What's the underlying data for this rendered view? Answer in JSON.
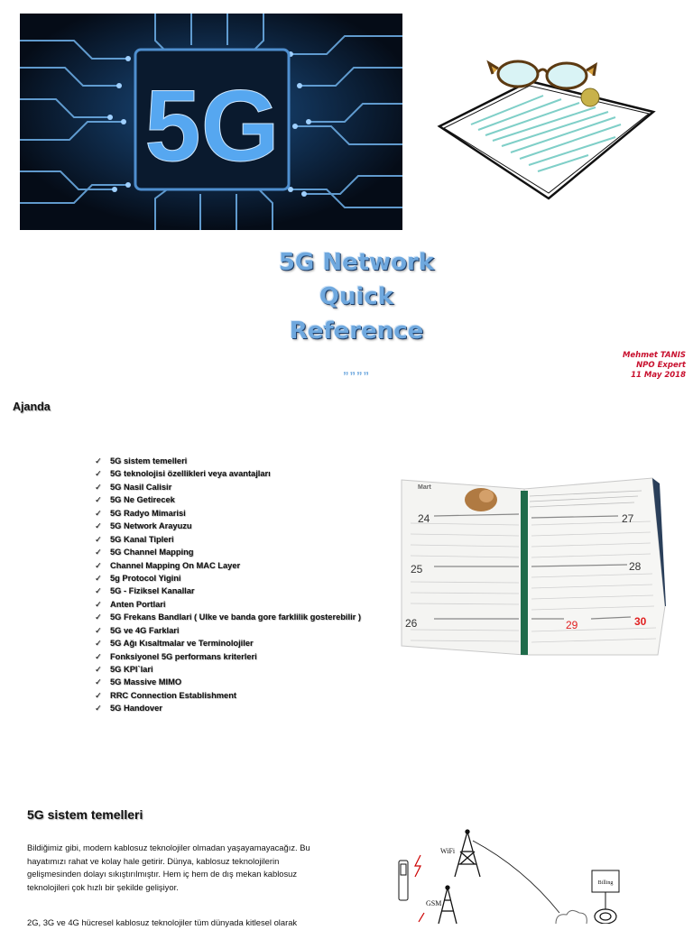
{
  "banner": {
    "text": "5G"
  },
  "title": {
    "line1": "5G Network",
    "line2": "Quick",
    "line3": "Reference",
    "dots": "„„„„"
  },
  "author": {
    "name": "Mehmet TANIS",
    "role": "NPO Expert",
    "date": "11 May 2018"
  },
  "agenda": {
    "heading": "Ajanda",
    "items": [
      "5G sistem temelleri",
      "5G teknolojisi özellikleri veya avantajları",
      "5G Nasil Calisir",
      "5G Ne Getirecek",
      "5G  Radyo Mimarisi",
      "5G Network Arayuzu",
      "5G Kanal Tipleri",
      "5G Channel Mapping",
      "Channel Mapping On MAC Layer",
      "5g Protocol Yigini",
      "5G - Fiziksel Kanallar",
      "Anten Portlari",
      "5G Frekans Bandlari ( Ulke ve banda gore farklilik gosterebilir )",
      "5G ve 4G  Farklari",
      "5G Ağı Kısaltmalar ve Terminolojiler",
      "Fonksiyonel 5G performans kriterleri",
      "5G  KPI`lari",
      "5G Massive MIMO",
      "RRC Connection Establishment",
      "5G Handover"
    ]
  },
  "planner": {
    "month": "Mart",
    "days": [
      "24",
      "25",
      "26",
      "27",
      "28",
      "29",
      "30"
    ]
  },
  "section": {
    "heading": "5G sistem temelleri",
    "paragraph": "Bildiğimiz gibi, modern kablosuz teknolojiler olmadan yaşayamayacağız. Bu hayatımızı rahat ve kolay hale getirir. Dünya, kablosuz teknolojilerin gelişmesinden dolayı sıkıştırılmıştır. Hem iç hem de dış mekan kablosuz teknolojileri çok hızlı bir şekilde gelişiyor.",
    "paragraph2": "2G, 3G ve 4G hücresel kablosuz teknolojiler tüm dünyada kitlesel olarak"
  },
  "diagram": {
    "wifi": "WiFi",
    "gsm": "GSM",
    "billing": "Billing"
  },
  "colors": {
    "title": "#6fa8de",
    "author": "#c8102e",
    "planner_red": "#e02020",
    "ribbon": "#1f6b4a"
  }
}
